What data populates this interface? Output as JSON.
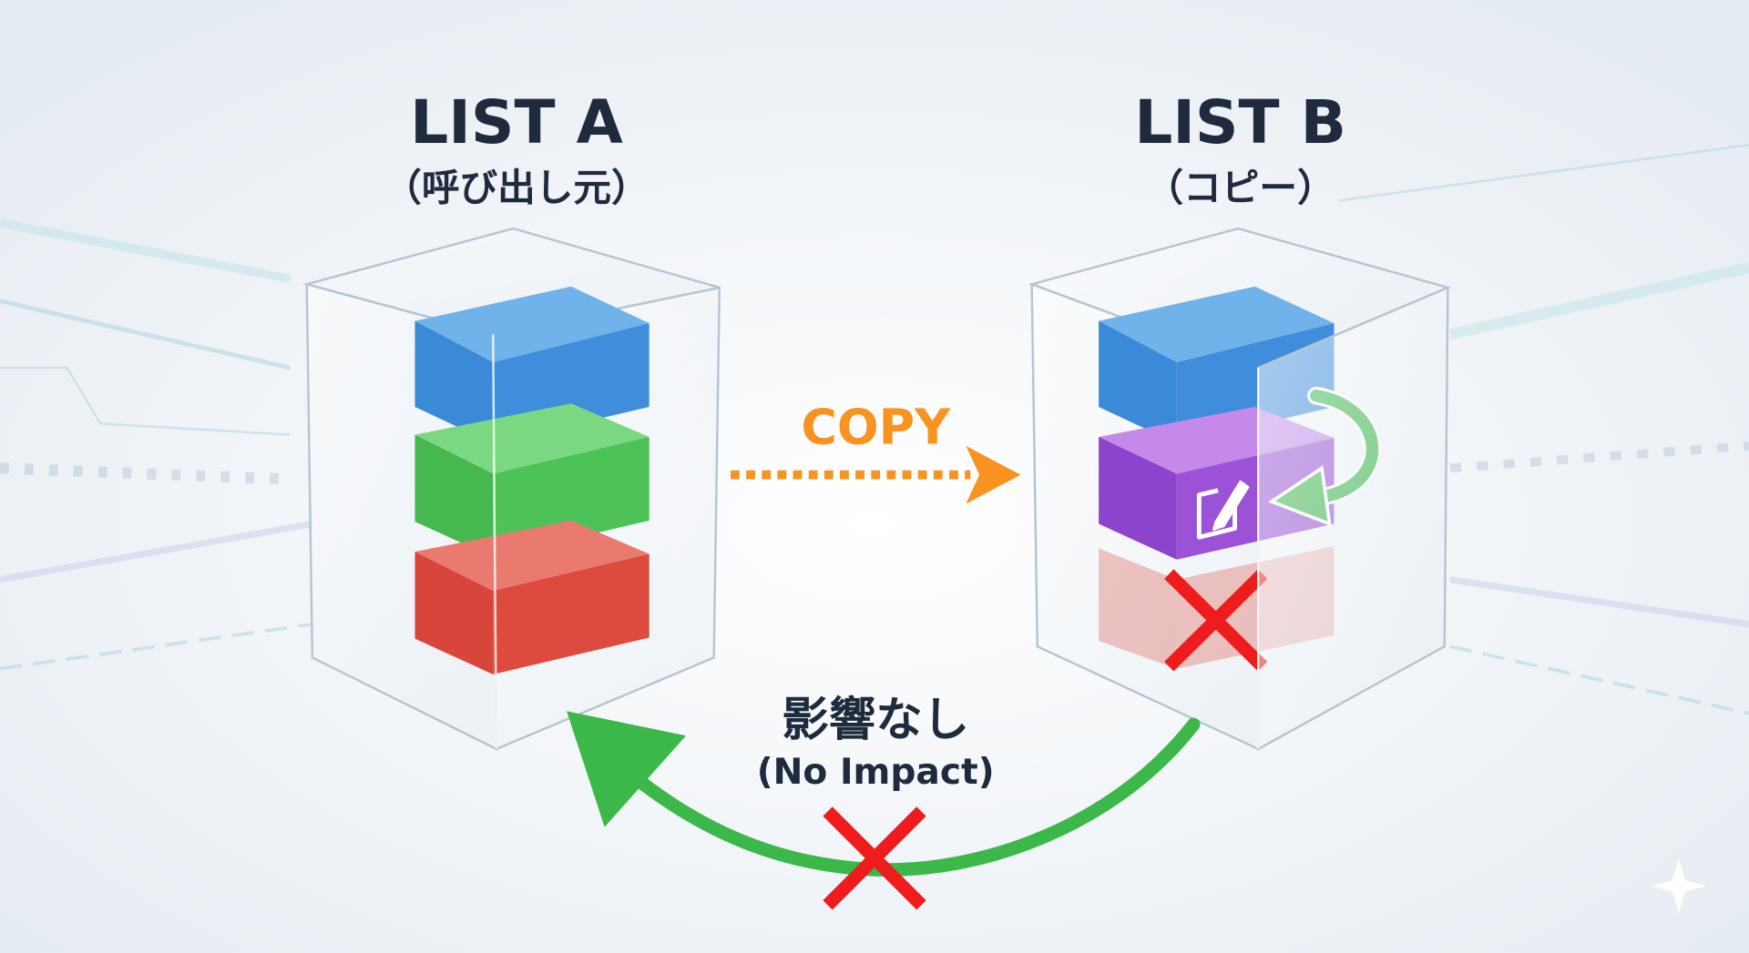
{
  "list_a": {
    "title": "LIST A",
    "subtitle": "（呼び出し元）"
  },
  "list_b": {
    "title": "LIST B",
    "subtitle": "（コピー）"
  },
  "copy_label": "COPY",
  "impact": {
    "label_jp": "影響なし",
    "label_en": "(No Impact)"
  },
  "colors": {
    "blue": "#3a8ad8",
    "green": "#4cc257",
    "red": "#dd4a3e",
    "purple": "#9b52d6",
    "orange": "#f7931e",
    "arrow_green": "#3cb84a",
    "x_red": "#ee1c1c",
    "text": "#1f2b3d"
  },
  "icons": [
    "edit-icon",
    "cross-icon",
    "curved-arrow-icon",
    "dotted-arrow-icon"
  ]
}
